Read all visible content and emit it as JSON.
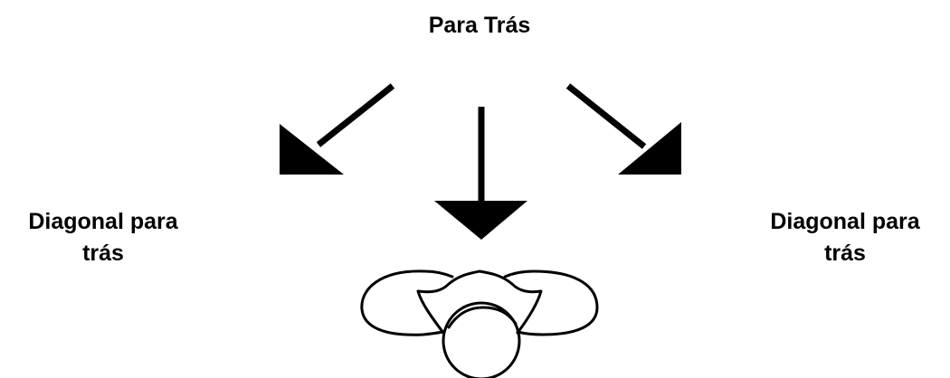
{
  "title": "Para Trás",
  "left_label": {
    "line1": "Diagonal para",
    "line2": "trás"
  },
  "right_label": {
    "line1": "Diagonal para",
    "line2": "trás"
  },
  "colors": {
    "ink": "#000000",
    "background": "#ffffff"
  },
  "icons": [
    "arrow-back-left-diagonal",
    "arrow-back-straight",
    "arrow-back-right-diagonal",
    "person-top-view"
  ]
}
